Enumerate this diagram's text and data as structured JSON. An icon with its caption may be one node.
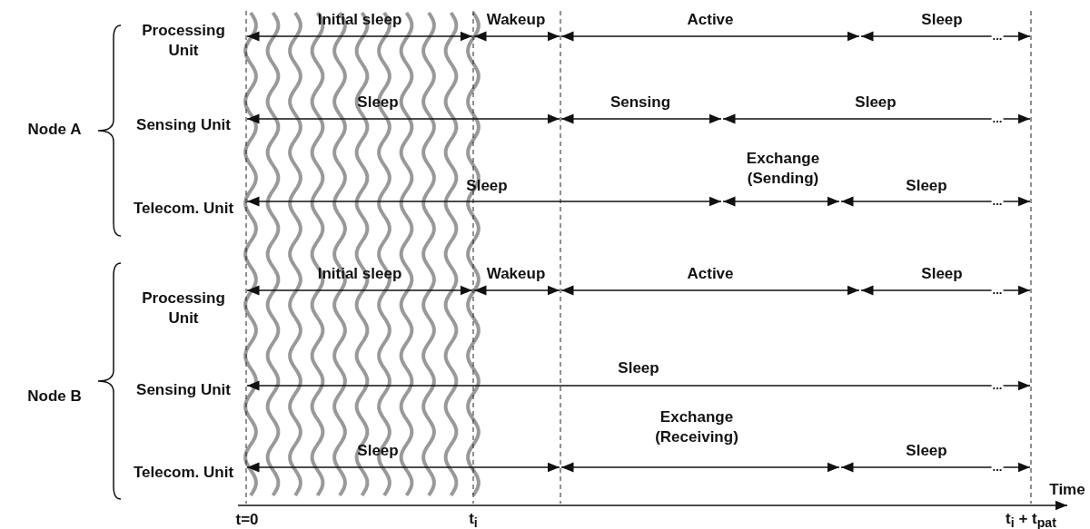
{
  "diagram": {
    "labels": [
      "Node A",
      "Processing Unit",
      "Initial sleep",
      "Wakeup",
      "Active",
      "Sleep",
      "...",
      "Sensing Unit",
      "Sleep",
      "Sensing",
      "Sleep",
      "...",
      "Telecom. Unit",
      "Sleep",
      "Exchange (Sending)",
      "Sleep",
      "...",
      "Node B",
      "Processing Unit",
      "Initial sleep",
      "Wakeup",
      "Active",
      "Sleep",
      "...",
      "Sensing Unit",
      "Sleep",
      "...",
      "Telecom. Unit",
      "Exchange (Receiving)",
      "Sleep",
      "Sleep",
      "...",
      "Time",
      "t=0",
      "t$_{i}$",
      "t$_{i}$ + t$_{pat}$"
    ]
  }
}
